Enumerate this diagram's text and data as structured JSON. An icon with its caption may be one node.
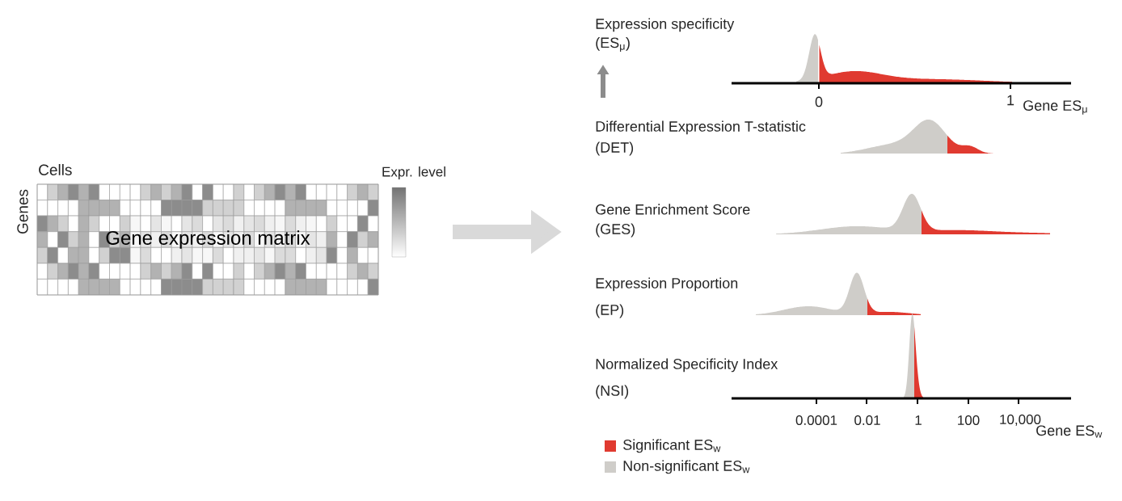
{
  "diagram": {
    "nodes": [
      {
        "text": [
          "Gene expression matrix"
        ]
      }
    ],
    "labels": [
      "Cells",
      "Genes",
      "Expr. level",
      "Expression specificity",
      "(ES$_{μ}$)",
      "0",
      "1",
      "Gene ES$_{μ}$",
      "Differential Expression T-statistic",
      "(DET)",
      "Gene Enrichment Score",
      "(GES)",
      "Expression Proportion",
      "(EP)",
      "Normalized Specificity Index",
      "(NSI)",
      "0.0001",
      "0.01",
      "1",
      "100",
      "10,000",
      "Gene ES$_{w}$"
    ],
    "legend": [
      {
        "text": "Significant ES$_{w}$",
        "color": "#e03a30"
      },
      {
        "text": "Non-significant ES$_{w}$",
        "color": "#cfcdc9"
      }
    ]
  }
}
